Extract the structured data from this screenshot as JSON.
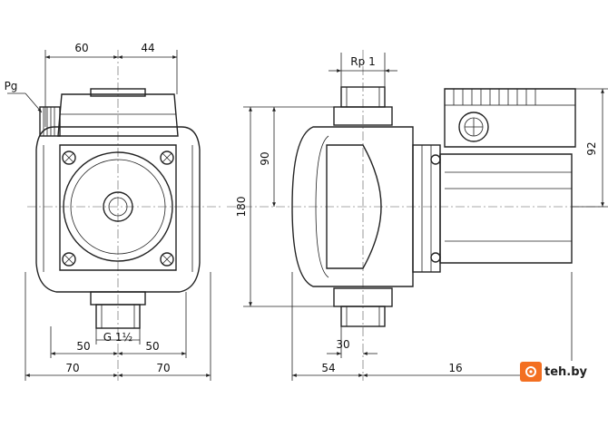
{
  "dimensions": {
    "front_top_left": "60",
    "front_top_right": "44",
    "pg_label": "Pg",
    "inlet_label": "G 1½",
    "bottom_half_left": "50",
    "bottom_half_right": "50",
    "bottom_full_left": "70",
    "bottom_full_right": "70",
    "height_total": "180",
    "height_half": "90",
    "side_top_label": "Rp 1",
    "side_bottom_small": "30",
    "side_bottom_left": "54",
    "side_bottom_right": "16",
    "motor_height": "92"
  },
  "brand": {
    "name": "teh.by",
    "color": "#f36f21"
  }
}
